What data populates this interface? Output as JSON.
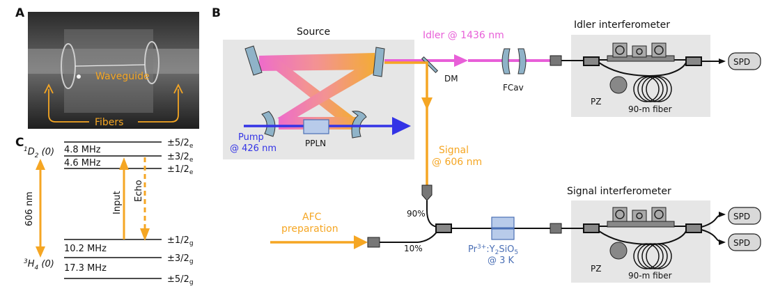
{
  "panels": {
    "a": "A",
    "b": "B",
    "c": "C"
  },
  "photo": {
    "waveguide": "Waveguide",
    "fibers": "Fibers"
  },
  "levels": {
    "excited_state": "1D2 (0)",
    "ground_state": "3H4 (0)",
    "transition": "606 nm",
    "excited_splittings": [
      "4.8 MHz",
      "4.6 MHz"
    ],
    "ground_splittings": [
      "10.2 MHz",
      "17.3 MHz"
    ],
    "excited_labels": [
      "±5/2e",
      "±3/2e",
      "±1/2e"
    ],
    "ground_labels": [
      "±1/2g",
      "±3/2g",
      "±5/2g"
    ],
    "input": "Input",
    "echo": "Echo"
  },
  "setup": {
    "source": "Source",
    "ppln": "PPLN",
    "pump": [
      "Pump",
      "@ 426 nm"
    ],
    "idler": "Idler @ 1436 nm",
    "dm": "DM",
    "fcav": "FCav",
    "signal": [
      "Signal",
      "@ 606 nm"
    ],
    "idler_interferometer": "Idler interferometer",
    "signal_interferometer": "Signal interferometer",
    "pz": "PZ",
    "fiber": "90-m fiber",
    "spd": "SPD",
    "afc": [
      "AFC",
      "preparation"
    ],
    "split_90": "90%",
    "split_10": "10%",
    "crystal": [
      "Pr3+:Y2SiO5",
      "@ 3 K"
    ]
  },
  "colors": {
    "signal_orange": "#f5a623",
    "idler_magenta": "#e85fd8",
    "pump_blue": "#3333e6",
    "crystal_blue": "#8fb3e0",
    "label_blue": "#4a6fb5",
    "box_gray": "#e6e6e6"
  }
}
